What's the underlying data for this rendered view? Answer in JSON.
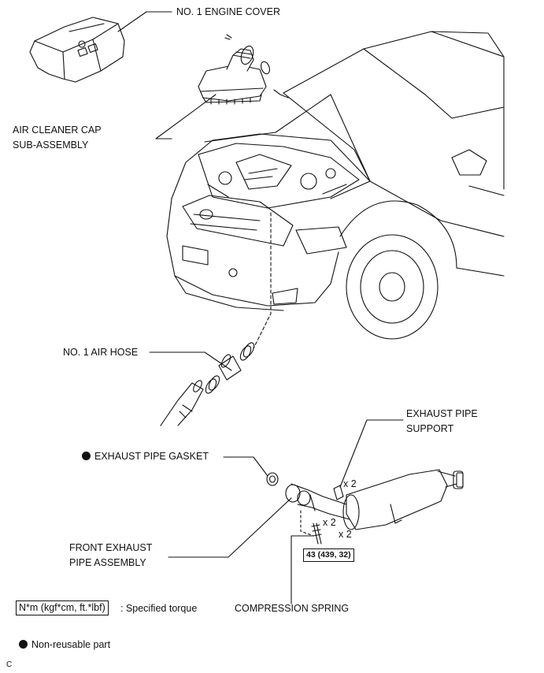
{
  "labels": {
    "engine_cover": "NO. 1 ENGINE COVER",
    "air_cleaner_line1": "AIR CLEANER CAP",
    "air_cleaner_line2": "SUB-ASSEMBLY",
    "air_hose": "NO. 1 AIR HOSE",
    "exhaust_support_line1": "EXHAUST PIPE",
    "exhaust_support_line2": "SUPPORT",
    "exhaust_gasket": "EXHAUST PIPE GASKET",
    "front_exhaust_line1": "FRONT EXHAUST",
    "front_exhaust_line2": "PIPE ASSEMBLY",
    "compression_spring": "COMPRESSION SPRING",
    "qty_support": "x 2",
    "qty_gasket": "x 2",
    "qty_spring": "x 2",
    "torque_value": "43 (439, 32)"
  },
  "legend": {
    "torque_box": "N*m (kgf*cm, ft.*lbf)",
    "torque_desc": ": Specified torque",
    "non_reusable": "Non-reusable part"
  },
  "figure_code": "C",
  "colors": {
    "line": "#111111",
    "background": "#ffffff"
  },
  "icons": {
    "non_reusable_marker": "filled-circle-icon"
  }
}
